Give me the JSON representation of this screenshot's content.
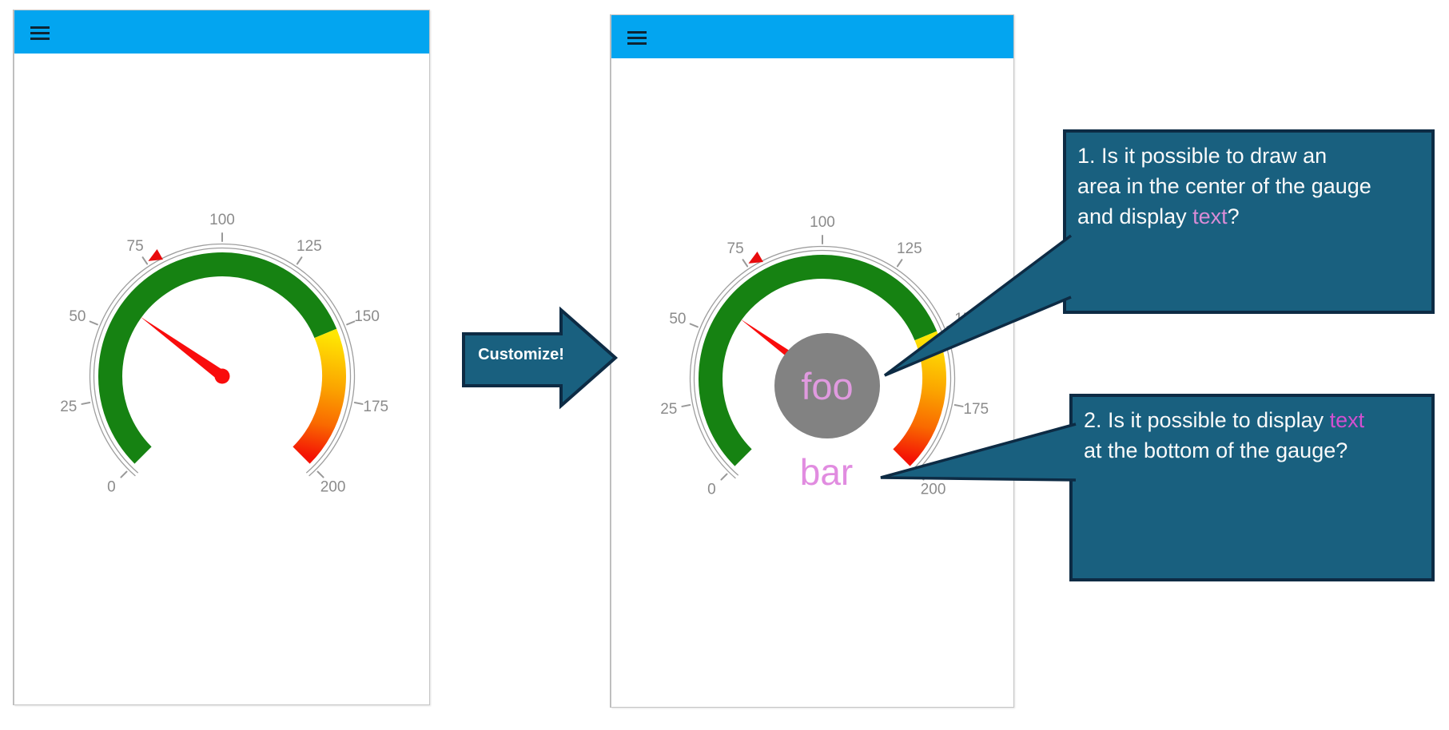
{
  "phones": {
    "left": {
      "header_icon": "hamburger-menu-icon"
    },
    "right": {
      "header_icon": "hamburger-menu-icon"
    }
  },
  "gauge": {
    "type": "gauge",
    "min": 0,
    "max": 200,
    "interval": 25,
    "tick_labels": [
      "0",
      "25",
      "50",
      "75",
      "100",
      "125",
      "150",
      "175",
      "200"
    ],
    "start_angle_deg": 135,
    "sweep_deg": 270,
    "value": 60,
    "marker_value": 78,
    "ranges": [
      {
        "from": 0,
        "to": 150,
        "type": "solid",
        "color": "#168212"
      },
      {
        "from": 150,
        "to": 200,
        "type": "gradient",
        "colors": [
          "#ffe603",
          "#fba400",
          "#f96a00",
          "#f41205"
        ]
      }
    ],
    "needle_color": "#f90c0c",
    "marker_color": "#e80a0c",
    "label_color": "#8b8b8b",
    "ring_color": "#9e9e9e",
    "tick_color": "#999999"
  },
  "right_gauge": {
    "center_text": "foo",
    "bottom_text": "bar",
    "disc_color": "#828282",
    "text_color": "#e09adf"
  },
  "arrow": {
    "label": "Customize!",
    "fill": "#19607f",
    "border": "#0d2b44"
  },
  "callouts": [
    {
      "lines": [
        [
          {
            "t": "1. Is it possible to draw an"
          }
        ],
        [
          {
            "t": "area in the center of the gauge"
          }
        ],
        [
          {
            "t": "and display "
          },
          {
            "t": "text",
            "c": "#d98cd6"
          },
          {
            "t": "?"
          }
        ]
      ]
    },
    {
      "lines": [
        [
          {
            "t": "2. Is it possible to display "
          },
          {
            "t": "text",
            "c": "#d24fd0"
          }
        ],
        [
          {
            "t": "at the bottom of the gauge?"
          }
        ]
      ]
    }
  ],
  "colors": {
    "app_header": "#03a5f0",
    "callout_fill": "#19607f",
    "callout_border": "#0d2b44",
    "callout_text": "#ffffff"
  }
}
